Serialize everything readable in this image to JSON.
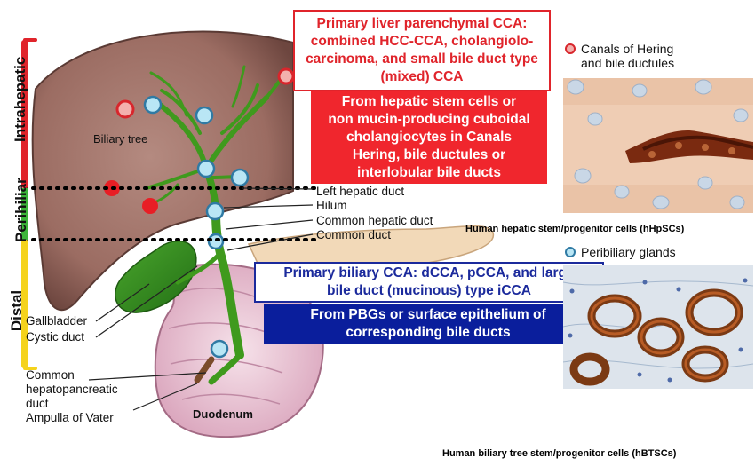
{
  "regions": {
    "intrahepatic": "Intrahepatic",
    "perihilar": "Perihiliar",
    "distal": "Distal"
  },
  "anatomy": {
    "biliary_tree": "Biliary tree",
    "left_hepatic_duct": "Left hepatic duct",
    "hilum": "Hilum",
    "common_hepatic_duct": "Common hepatic duct",
    "common_duct": "Common duct",
    "gallbladder": "Gallbladder",
    "cystic_duct": "Cystic duct",
    "common_hepatopancreatic_duct": "Common\nhepatopancreatic\nduct",
    "ampulla": "Ampulla of Vater",
    "duodenum": "Duodenum"
  },
  "boxes": {
    "primary_liver": "Primary liver parenchymal CCA:\ncombined HCC-CCA, cholangiolo-\ncarcinoma, and small bile duct type\n(mixed) CCA",
    "hepatic_origin": "From hepatic stem cells or\nnon mucin-producing cuboidal\ncholangiocytes in Canals\nHering, bile ductules or\ninterlobular bile ducts",
    "primary_biliary": "Primary biliary CCA: dCCA, pCCA, and large\nbile duct (mucinous) type iCCA",
    "pbg_origin": "From PBGs or surface epithelium of\ncorresponding bile ducts"
  },
  "legend": {
    "hering": "Canals of Hering\nand bile ductules",
    "peribiliary": "Peribiliary glands"
  },
  "captions": {
    "hhpsc": "Human hepatic stem/progenitor cells (hHpSCs)",
    "hbtsc": "Human biliary tree stem/progenitor cells (hBTSCs)"
  },
  "colors": {
    "accent_red": "#e0242b",
    "accent_blue": "#0a1e9c",
    "liver": "#9b6c62",
    "bile_duct": "#3f9a1d",
    "gallbladder": "#2f8a1f",
    "duodenum": "#ecc6d6",
    "pancreas": "#f2d9b8",
    "intrahepatic_bar": "#e0242b",
    "perihilar_bar": "#3cb53a",
    "distal_bar": "#f5d31c",
    "stem_cell_dot": "#8fd6ee"
  }
}
